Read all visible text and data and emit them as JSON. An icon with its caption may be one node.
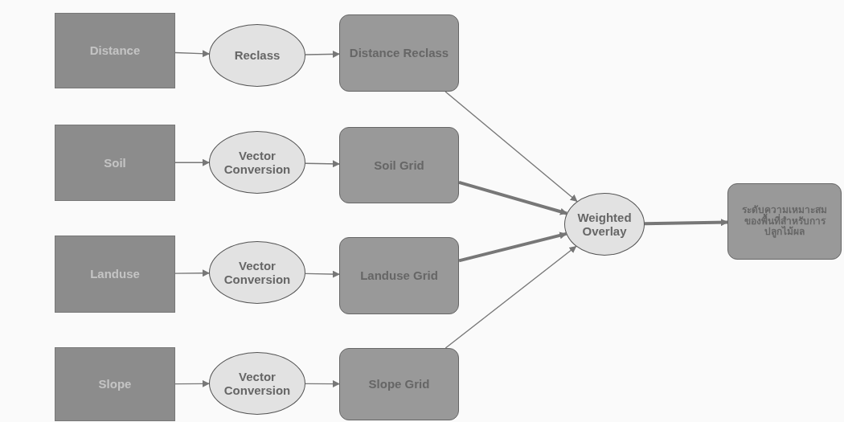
{
  "diagram": {
    "nodes": [
      {
        "text": [
          "Distance"
        ]
      },
      {
        "text": [
          "Reclass"
        ]
      },
      {
        "text": [
          "Distance Reclass"
        ]
      },
      {
        "text": [
          "Soil"
        ]
      },
      {
        "text": [
          "Vector Conversion"
        ]
      },
      {
        "text": [
          "Soil Grid"
        ]
      },
      {
        "text": [
          "Landuse"
        ]
      },
      {
        "text": [
          "Vector Conversion"
        ]
      },
      {
        "text": [
          "Landuse Grid"
        ]
      },
      {
        "text": [
          "Slope"
        ]
      },
      {
        "text": [
          "Vector Conversion"
        ]
      },
      {
        "text": [
          "Slope Grid"
        ]
      },
      {
        "text": [
          "Weighted Overlay"
        ]
      },
      {
        "text": [
          "ระดับความเหมาะสมของพื้นที่สำหรับการปลูกไม้ผล"
        ]
      }
    ],
    "edges": [
      {
        "from": 0,
        "to": 1,
        "arrow": "to"
      },
      {
        "from": 1,
        "to": 2,
        "arrow": "to"
      },
      {
        "from": 3,
        "to": 4,
        "arrow": "to"
      },
      {
        "from": 4,
        "to": 5,
        "arrow": "to"
      },
      {
        "from": 6,
        "to": 7,
        "arrow": "to"
      },
      {
        "from": 7,
        "to": 8,
        "arrow": "to"
      },
      {
        "from": 9,
        "to": 10,
        "arrow": "to"
      },
      {
        "from": 10,
        "to": 11,
        "arrow": "to"
      },
      {
        "from": 2,
        "to": 12,
        "arrow": "to"
      },
      {
        "from": 5,
        "to": 12,
        "arrow": "to",
        "style": "thick"
      },
      {
        "from": 8,
        "to": 12,
        "arrow": "to",
        "style": "thick"
      },
      {
        "from": 11,
        "to": 12,
        "arrow": "to"
      },
      {
        "from": 12,
        "to": 13,
        "arrow": "to",
        "style": "thick"
      }
    ]
  }
}
